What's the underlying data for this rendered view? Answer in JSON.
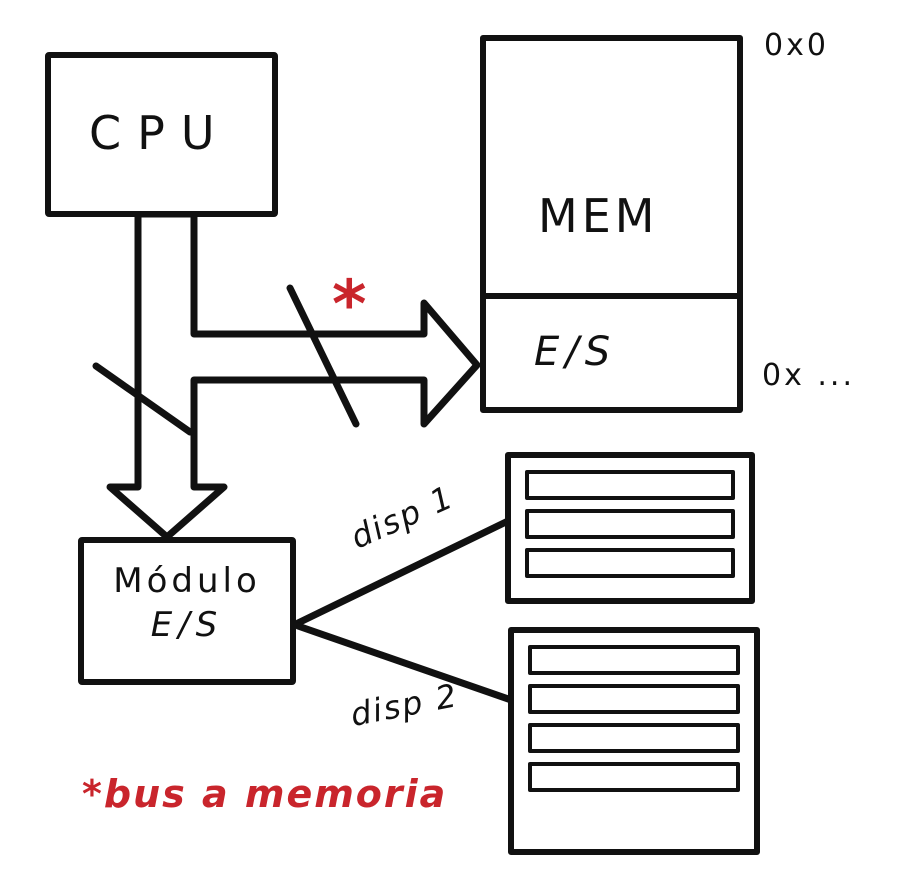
{
  "diagram": {
    "cpu": {
      "label": "CPU"
    },
    "memory": {
      "label": "MEM",
      "io_region_label": "E/S",
      "address_top": "0x0",
      "address_bottom": "0x ..."
    },
    "io_module": {
      "line1": "Módulo",
      "line2": "E/S"
    },
    "devices": [
      {
        "label": "disp 1",
        "slots": 3
      },
      {
        "label": "disp 2",
        "slots": 4
      }
    ],
    "bus": {
      "asterisk": "*",
      "note": "*bus a memoria"
    },
    "colors": {
      "ink": "#111111",
      "accent_red": "#c9252c",
      "background": "#ffffff"
    }
  }
}
